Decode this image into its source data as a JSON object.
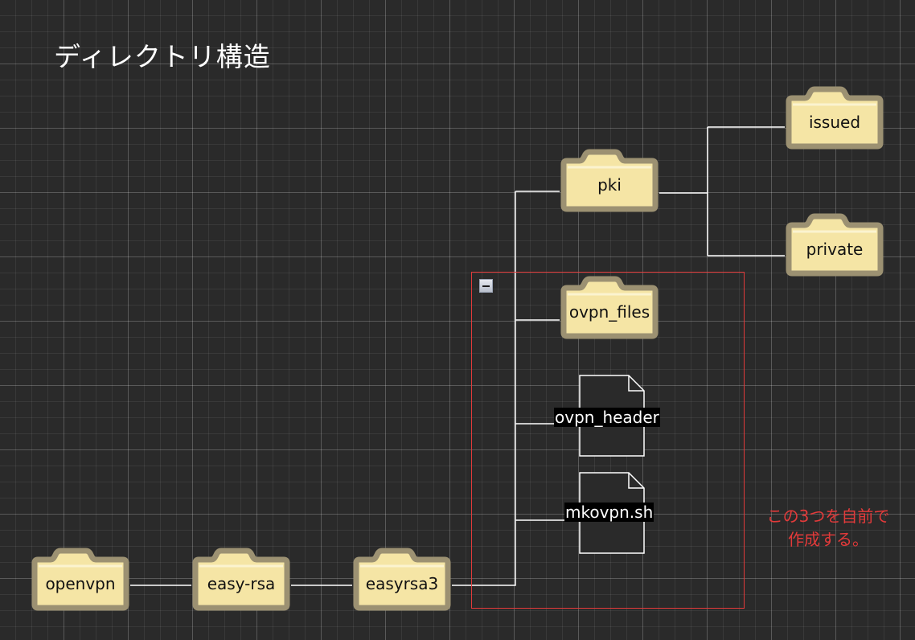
{
  "title": "ディレクトリ構造",
  "colors": {
    "background": "#2a2a2a",
    "connector": "#ffffff",
    "folder_fill": "#f5e5a5",
    "folder_outline": "#9c9172",
    "highlight": "#e23a3a"
  },
  "folders": {
    "openvpn": "openvpn",
    "easy_rsa": "easy-rsa",
    "easyrsa3": "easyrsa3",
    "pki": "pki",
    "issued": "issued",
    "private": "private",
    "ovpn_files": "ovpn_files"
  },
  "files": {
    "ovpn_header": "ovpn_header",
    "mkovpn": "mkovpn.sh"
  },
  "note": {
    "line1": "この3つを自前で",
    "line2": "作成する。"
  },
  "icons": {
    "folder": "folder-icon",
    "file": "document-icon",
    "collapse": "minus-icon"
  }
}
